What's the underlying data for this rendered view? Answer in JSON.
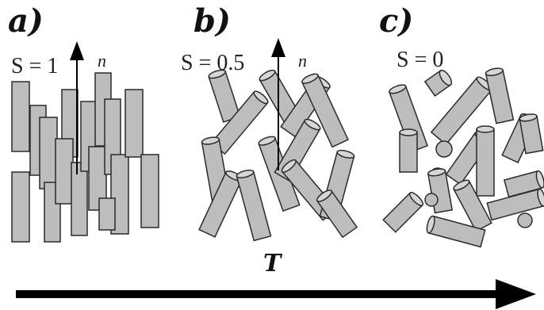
{
  "panels": [
    {
      "letter": "a)",
      "order_parameter": "S = 1",
      "director": "n⃗"
    },
    {
      "letter": "b)",
      "order_parameter": "S = 0.5",
      "director": "n⃗"
    },
    {
      "letter": "c)",
      "order_parameter": "S = 0",
      "director": ""
    }
  ],
  "axis": {
    "label": "T"
  },
  "colors": {
    "rod_fill": "#bdbdbd",
    "rod_stroke": "#2a2a2a",
    "arrow": "#000000"
  }
}
